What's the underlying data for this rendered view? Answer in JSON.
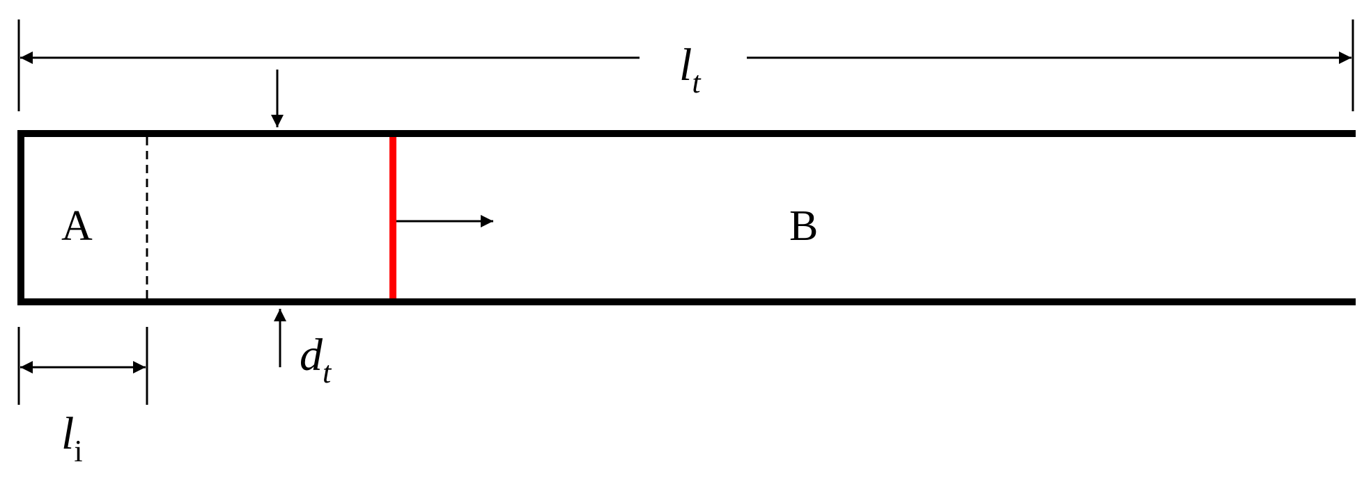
{
  "labels": {
    "region_a": "A",
    "region_b": "B",
    "tube_length_main": "l",
    "tube_length_sub": "t",
    "tube_diameter_main": "d",
    "tube_diameter_sub": "t",
    "initial_length_main": "l",
    "initial_length_sub": "i"
  },
  "colors": {
    "line": "#000000",
    "diaphragm": "#ff0000",
    "background": "#ffffff"
  }
}
